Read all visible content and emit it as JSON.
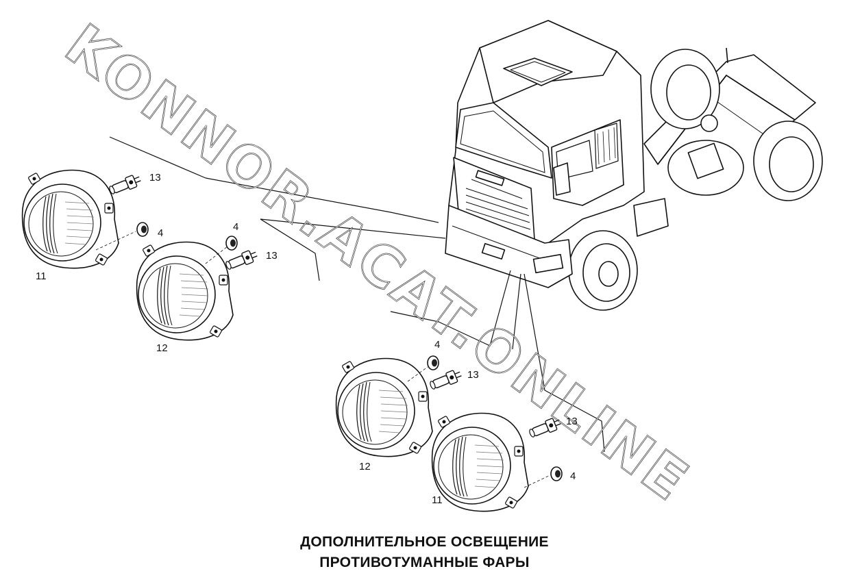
{
  "watermark": "KONNOR.ACAT.ONLINE",
  "caption": {
    "line1": "ДОПОЛНИТЕЛЬНОЕ ОСВЕЩЕНИЕ",
    "line2": "ПРОТИВОТУМАННЫЕ ФАРЫ"
  },
  "labels": {
    "lamp_left_11": "11",
    "lamp_left_12": "12",
    "lamp_right_12": "12",
    "lamp_right_11": "11",
    "bulb_a": "13",
    "bulb_b": "13",
    "bulb_c": "13",
    "bulb_d": "13",
    "grommet_a": "4",
    "grommet_b": "4",
    "grommet_c": "4",
    "grommet_d": "4"
  },
  "icons": {
    "truck": "truck-cab-illustration",
    "lamp": "fog-lamp-illustration",
    "bulb": "bulb-holder-illustration",
    "grommet": "rubber-grommet-illustration"
  }
}
